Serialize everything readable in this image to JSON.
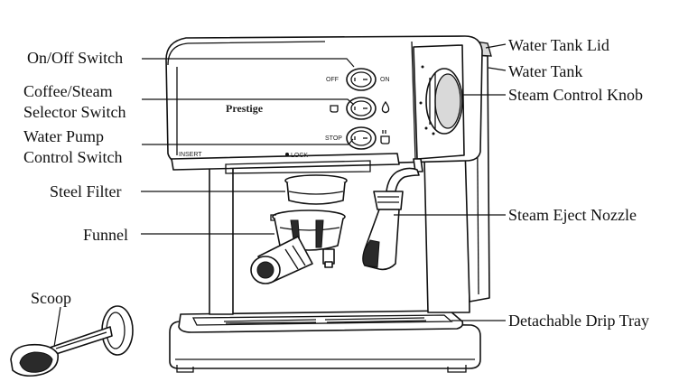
{
  "labels": {
    "on_off_switch": "On/Off Switch",
    "coffee_steam_line1": "Coffee/Steam",
    "coffee_steam_line2": "Selector Switch",
    "water_pump_line1": "Water Pump",
    "water_pump_line2": "Control Switch",
    "steel_filter": "Steel Filter",
    "funnel": "Funnel",
    "scoop": "Scoop",
    "water_tank_lid": "Water Tank Lid",
    "water_tank": "Water Tank",
    "steam_control_knob": "Steam Control Knob",
    "steam_eject_nozzle": "Steam Eject Nozzle",
    "detachable_drip_tray": "Detachable Drip Tray"
  },
  "panel": {
    "brand": "Prestige",
    "off": "OFF",
    "on": "ON",
    "stop": "STOP",
    "insert": "INSERT",
    "lock": "LOCK"
  }
}
